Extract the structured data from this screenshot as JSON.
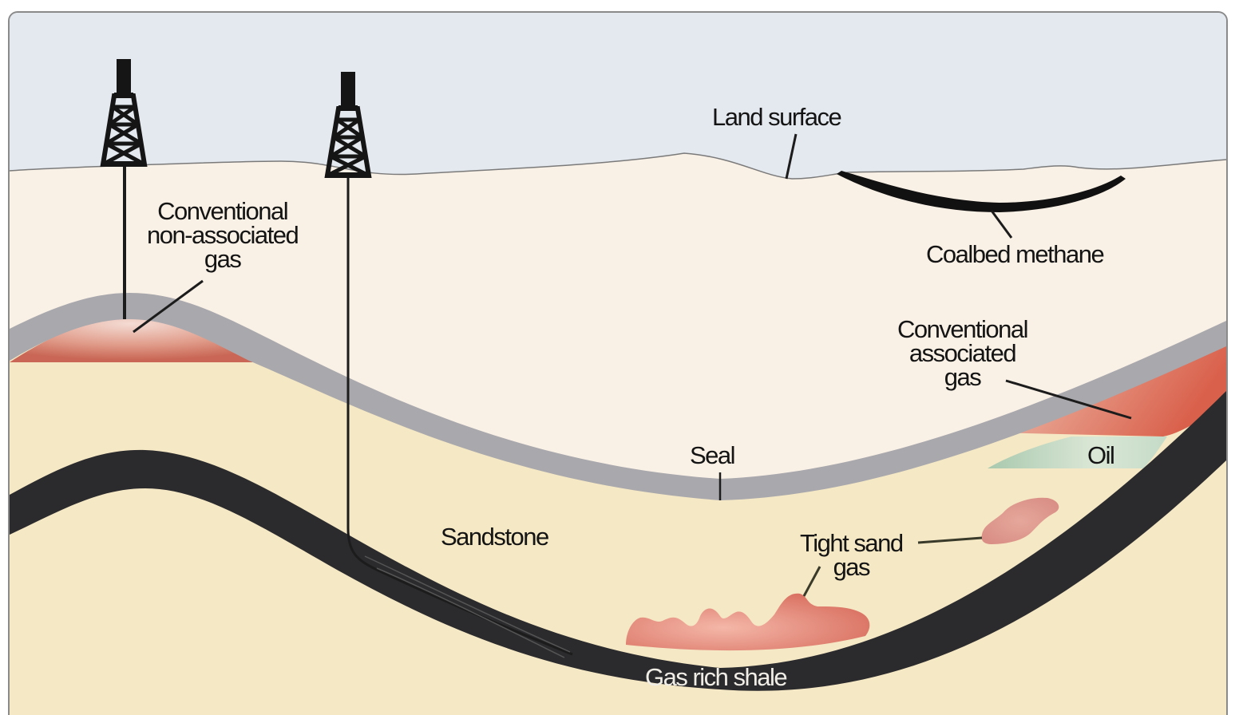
{
  "diagram": {
    "type": "geological cross-section",
    "labels": {
      "land_surface": "Land surface",
      "conventional_non_associated_gas": [
        "Conventional",
        "non-associated",
        "gas"
      ],
      "coalbed_methane": "Coalbed methane",
      "conventional_associated_gas": [
        "Conventional",
        "associated",
        "gas"
      ],
      "oil": "Oil",
      "seal": "Seal",
      "sandstone": "Sandstone",
      "tight_sand_gas": [
        "Tight sand",
        "gas"
      ],
      "gas_rich_shale": "Gas rich shale"
    },
    "colors": {
      "sky": "#e4e9ef",
      "upper_rock": "#faf1e6",
      "sandstone": "#f5e8c4",
      "seal": "#a9a8ad",
      "gas": "#d9816f",
      "oil": "#b9d3bb",
      "shale": "#2b2a2d",
      "coal": "#111111"
    },
    "wells": [
      {
        "name": "vertical-well",
        "type": "vertical"
      },
      {
        "name": "horizontal-well",
        "type": "horizontal"
      }
    ]
  }
}
